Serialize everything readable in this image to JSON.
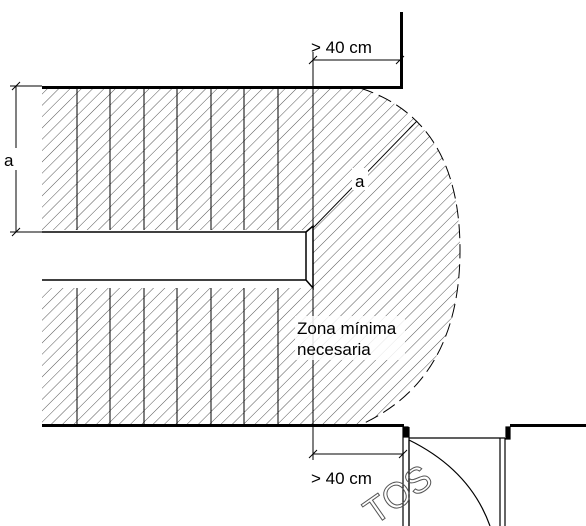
{
  "labels": {
    "top_clearance": "> 40 cm",
    "bottom_clearance": "> 40 cm",
    "side_dimension": "a",
    "radius_dimension": "a",
    "zone_line1": "Zona mínima",
    "zone_line2": "necesaria",
    "watermark": "TOS"
  },
  "colors": {
    "ink": "#000000",
    "hatch": "#555555",
    "background": "#ffffff"
  },
  "hatch_style": "diagonal-lines"
}
